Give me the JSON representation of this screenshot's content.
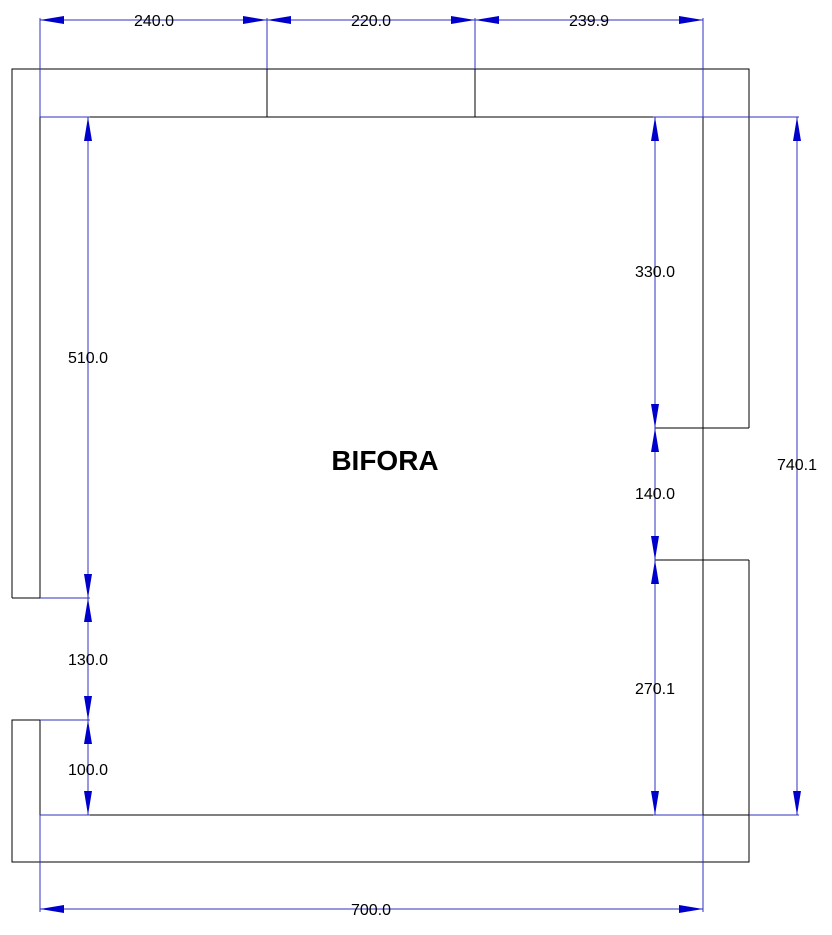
{
  "diagram": {
    "title": "BIFORA",
    "dimensions": {
      "top": [
        "240.0",
        "220.0",
        "239.9"
      ],
      "left": [
        "510.0",
        "130.0",
        "100.0"
      ],
      "right_inner": [
        "330.0",
        "140.0",
        "270.1"
      ],
      "right_overall": "740.1",
      "bottom": "700.0"
    },
    "colors": {
      "wall": "#000000",
      "dimension_line": "#3030c0",
      "arrow": "#0000cc"
    }
  }
}
